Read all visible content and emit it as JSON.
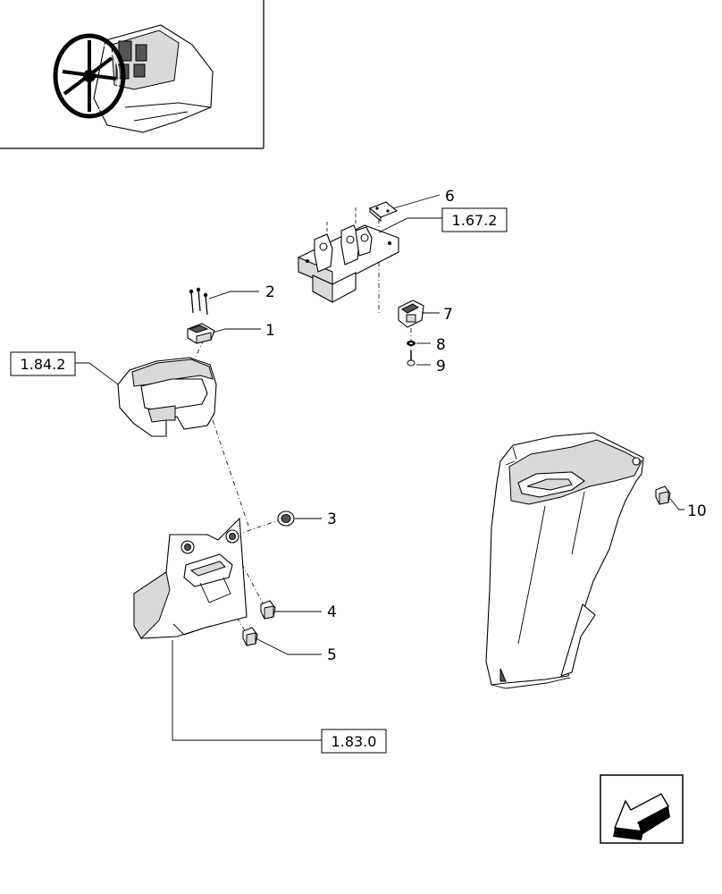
{
  "references": {
    "ref_1_84_2": "1.84.2",
    "ref_1_67_2": "1.67.2",
    "ref_1_83_0": "1.83.0"
  },
  "callouts": {
    "c1": "1",
    "c2": "2",
    "c3": "3",
    "c4": "4",
    "c5": "5",
    "c6": "6",
    "c7": "7",
    "c8": "8",
    "c9": "9",
    "c10": "10"
  },
  "icons": {
    "thumbnail": "tractor-dashboard-icon",
    "navigation": "arrow-icon"
  }
}
